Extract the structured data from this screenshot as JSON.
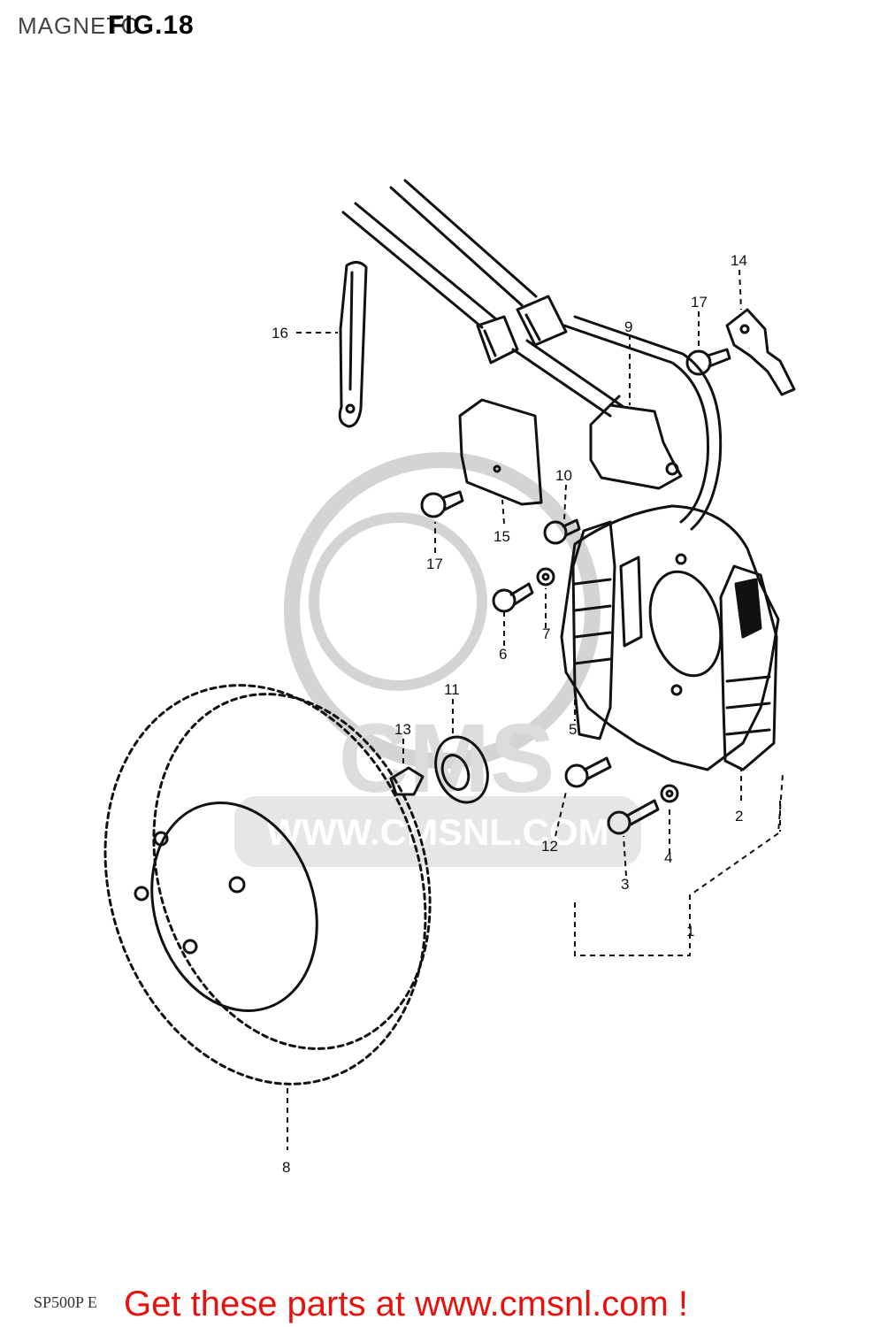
{
  "header": {
    "title": "MAGNETO",
    "figure": "FIG.18"
  },
  "watermark": {
    "logo_text": "CMS",
    "site_text": "WWW.CMSNL.COM"
  },
  "callouts": [
    {
      "id": "1",
      "label": "1"
    },
    {
      "id": "2",
      "label": "2"
    },
    {
      "id": "3",
      "label": "3"
    },
    {
      "id": "4",
      "label": "4"
    },
    {
      "id": "5",
      "label": "5"
    },
    {
      "id": "6",
      "label": "6"
    },
    {
      "id": "7",
      "label": "7"
    },
    {
      "id": "8",
      "label": "8"
    },
    {
      "id": "9",
      "label": "9"
    },
    {
      "id": "10",
      "label": "10"
    },
    {
      "id": "11",
      "label": "11"
    },
    {
      "id": "12",
      "label": "12"
    },
    {
      "id": "13",
      "label": "13"
    },
    {
      "id": "14",
      "label": "14"
    },
    {
      "id": "15",
      "label": "15"
    },
    {
      "id": "16",
      "label": "16"
    },
    {
      "id": "17a",
      "label": "17"
    },
    {
      "id": "17b",
      "label": "17"
    }
  ],
  "footer": {
    "code": "SP500P E",
    "cta": "Get these parts at www.cmsnl.com !"
  },
  "colors": {
    "line": "#111111",
    "watermark": "#d8d8d8",
    "cta": "#e8110e"
  }
}
